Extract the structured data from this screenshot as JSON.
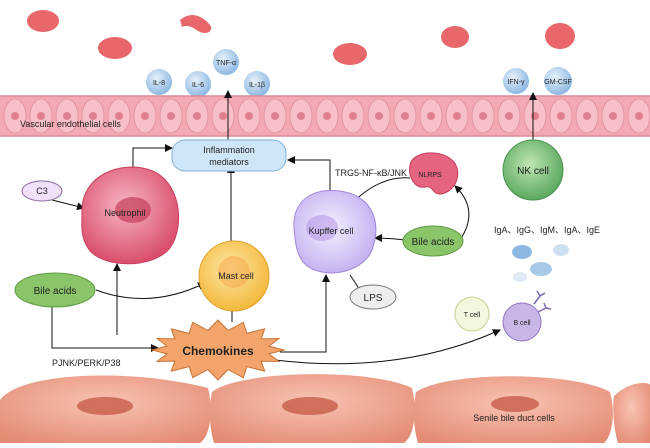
{
  "endothelium": {
    "label": "Vascular endothelial cells"
  },
  "cytokines_left": [
    "IL-8",
    "IL-6",
    "TNF-α",
    "IL-1β"
  ],
  "cytokines_right": [
    "IFN-γ",
    "GM-CSF"
  ],
  "inflammation_mediators": {
    "line1": "Inflammation",
    "line2": "mediators"
  },
  "c3": "C3",
  "neutrophil": "Neutrophil",
  "bile_acids_left": "Bile acids",
  "mast_cell": "Mast cell",
  "chemokines": "Chemokines",
  "pathway_left": "PJNK/PERK/P38",
  "kupffer_cell": "Kupffer cell",
  "lps": "LPS",
  "pathway_top": "TRG5-NF-κB/JNK",
  "nlrp": "NLRPS",
  "bile_acids_right": "Bile acids",
  "nk_cell": "NK cell",
  "immunoglobulins": "IgA、IgG、IgM、IgA、IgE",
  "t_cell": "T cell",
  "b_cell": "B cell",
  "senile_cells": "Senile bile duct cells",
  "colors": {
    "endothelium": "#f2a9b4",
    "cytokine": "#a9c9e8",
    "rbc": "#e8676b",
    "neutrophil": "#e0607a",
    "mast": "#f7c75a",
    "kupffer": "#c7b4ea",
    "nk": "#6fb873",
    "bile": "#8bc56a",
    "chemokine": "#f2a46b",
    "bile_duct": "#f0a18b"
  }
}
